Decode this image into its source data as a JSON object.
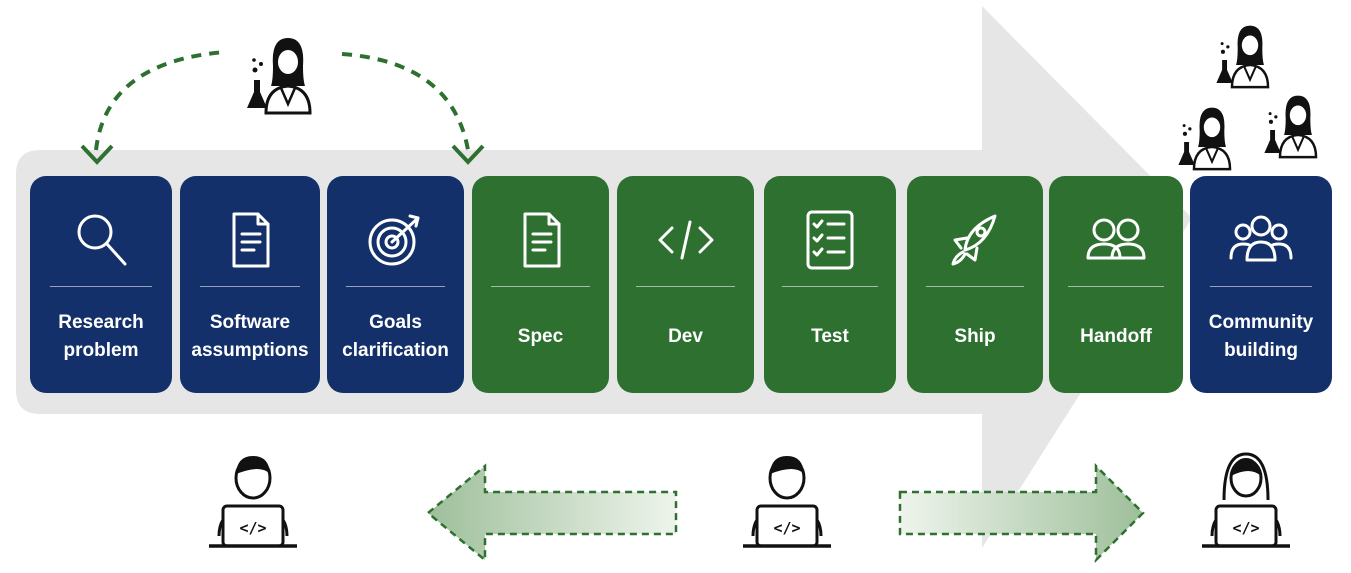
{
  "steps": [
    {
      "label": "Research\nproblem",
      "color": "#14306a",
      "icon": "magnifier-icon"
    },
    {
      "label": "Software\nassumptions",
      "color": "#14306a",
      "icon": "document-icon"
    },
    {
      "label": "Goals\nclarification",
      "color": "#14306a",
      "icon": "target-icon"
    },
    {
      "label": "Spec",
      "color": "#2e7030",
      "icon": "document-icon"
    },
    {
      "label": "Dev",
      "color": "#2e7030",
      "icon": "code-icon"
    },
    {
      "label": "Test",
      "color": "#2e7030",
      "icon": "checklist-icon"
    },
    {
      "label": "Ship",
      "color": "#2e7030",
      "icon": "rocket-icon"
    },
    {
      "label": "Handoff",
      "color": "#2e7030",
      "icon": "people-pair-icon"
    },
    {
      "label": "Community\nbuilding",
      "color": "#14306a",
      "icon": "group-icon"
    }
  ],
  "actors": {
    "scientist": "female-scientist-icon",
    "developer": "male-developer-icon",
    "female_developer": "female-developer-icon",
    "scientist_group": "scientist-group-icon"
  },
  "palette": {
    "dark_blue": "#14306a",
    "green": "#2e7030",
    "big_arrow": "#e6e6e6",
    "dashed_green": "#2e7030"
  }
}
